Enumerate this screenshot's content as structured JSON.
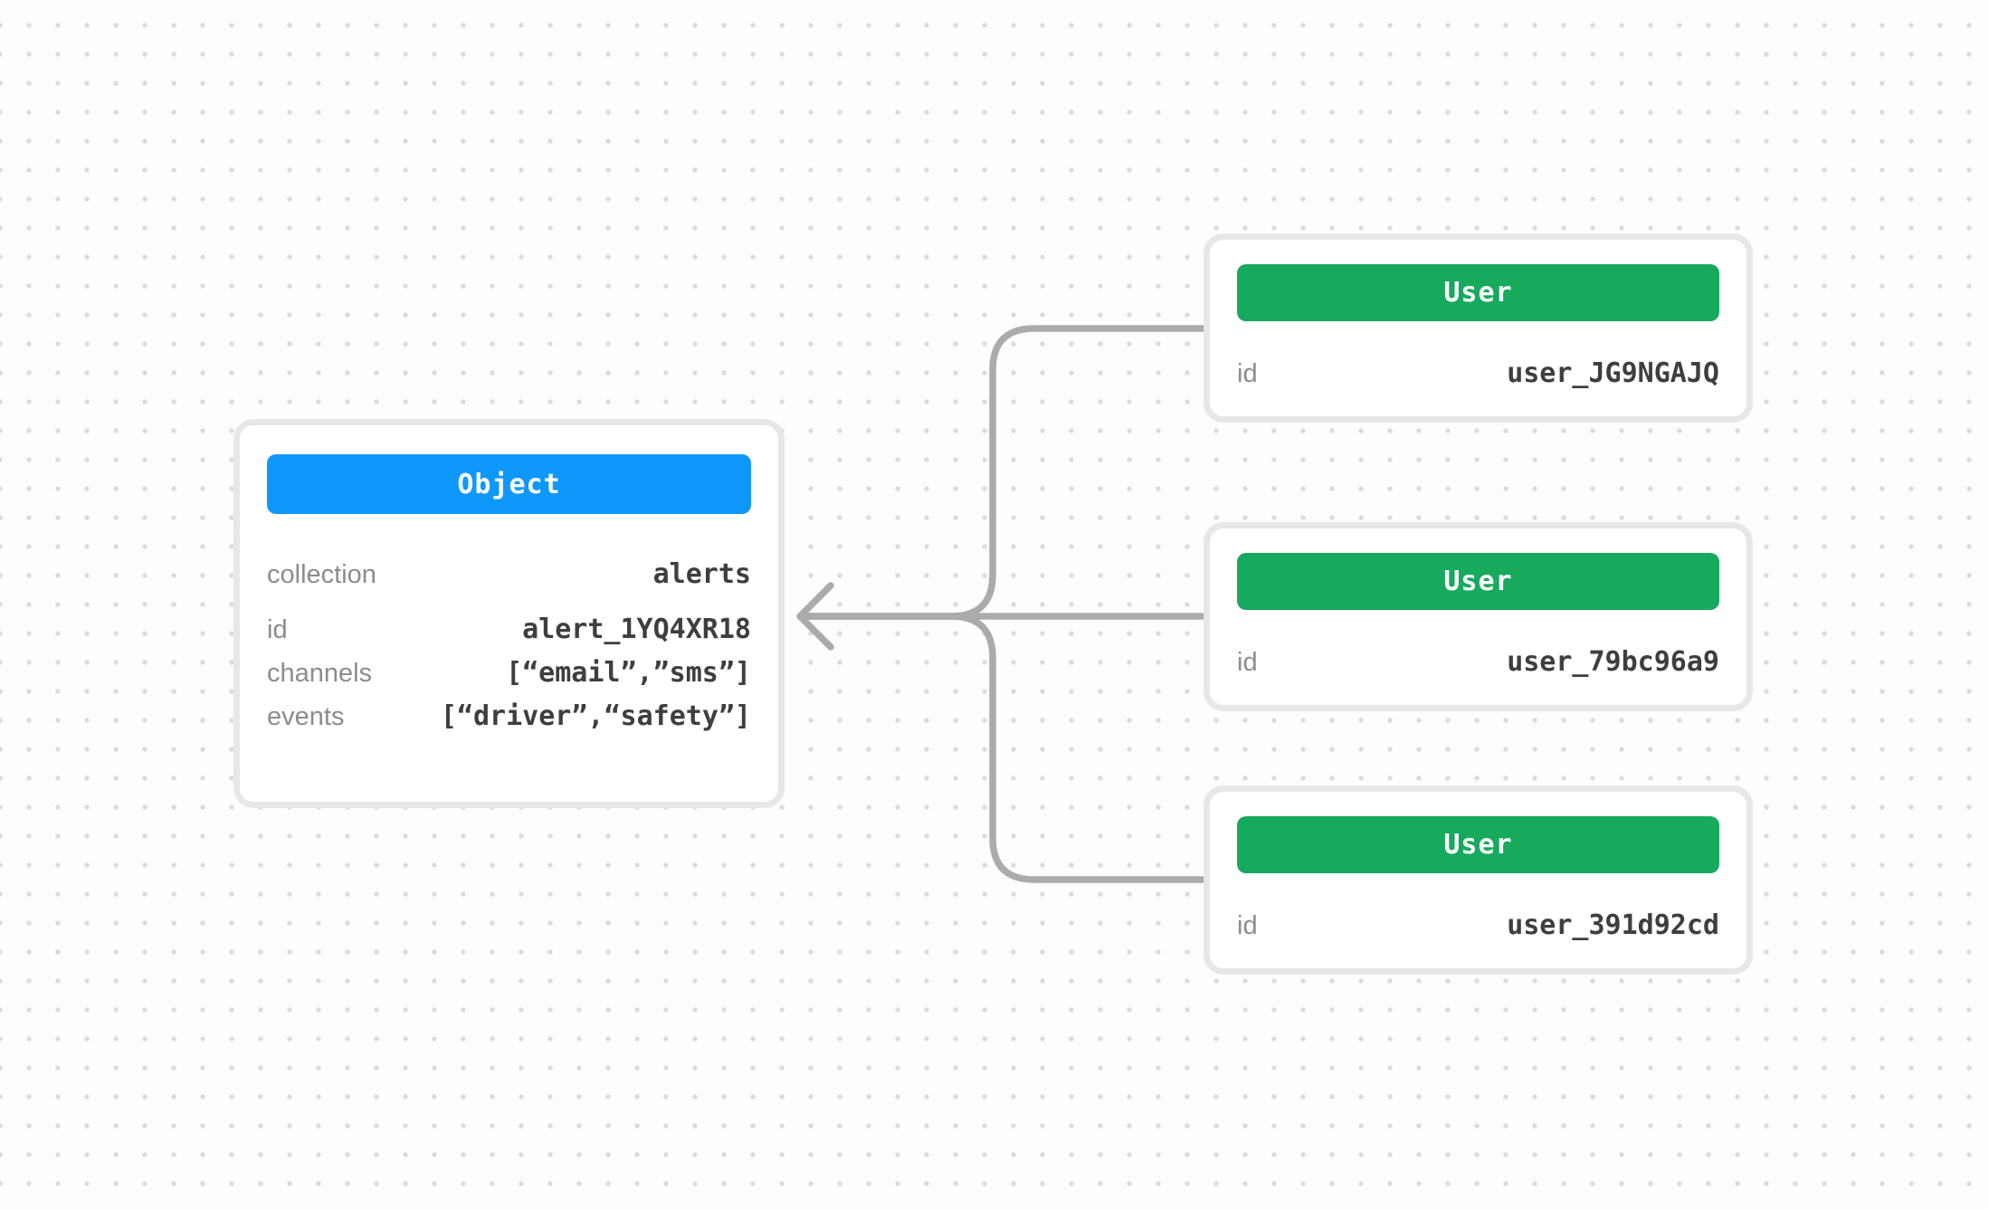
{
  "diagram": {
    "object": {
      "title": "Object",
      "rows": [
        {
          "label": "collection",
          "value": "alerts"
        },
        {
          "label": "id",
          "value": "alert_1YQ4XR18"
        },
        {
          "label": "channels",
          "value": "[“email”,”sms”]"
        },
        {
          "label": "events",
          "value": "[“driver”,“safety”]"
        }
      ]
    },
    "users": [
      {
        "title": "User",
        "id_label": "id",
        "id_value": "user_JG9NGAJQ"
      },
      {
        "title": "User",
        "id_label": "id",
        "id_value": "user_79bc96a9"
      },
      {
        "title": "User",
        "id_label": "id",
        "id_value": "user_391d92cd"
      }
    ],
    "colors": {
      "object_header": "#0F98FB",
      "user_header": "#17A95C",
      "connector": "#ABABAB",
      "card_border": "#E6E7E9",
      "label_text": "#8C8C8C",
      "value_text": "#3E3E41",
      "background_dot": "#DBDBDE"
    }
  }
}
